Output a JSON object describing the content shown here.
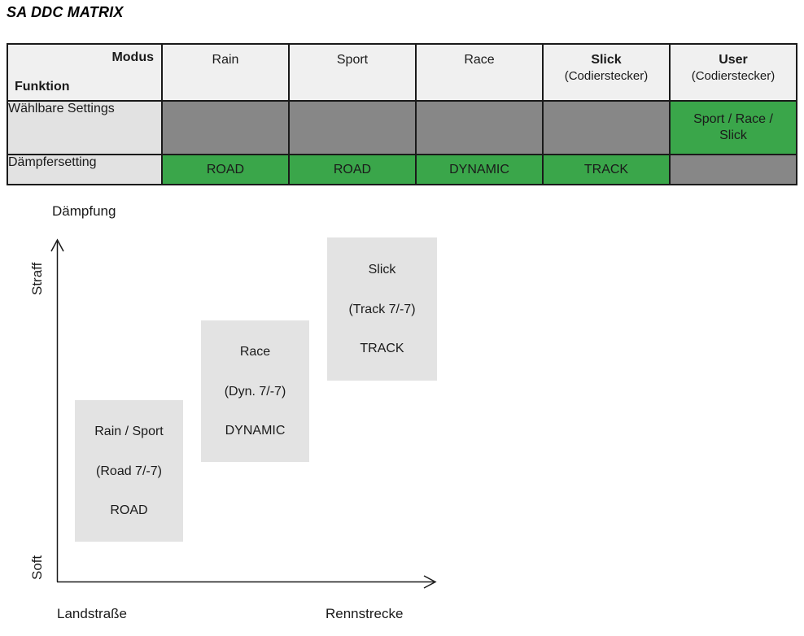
{
  "title": "SA DDC MATRIX",
  "colors": {
    "green": "#3aa64a",
    "dark_gray": "#878787",
    "light_gray": "#e2e2e2",
    "header_gray": "#f0f0f0",
    "border": "#1a1a1a"
  },
  "matrix": {
    "corner": {
      "modus": "Modus",
      "funktion": "Funktion"
    },
    "columns": [
      {
        "label": "Rain",
        "sub": ""
      },
      {
        "label": "Sport",
        "sub": ""
      },
      {
        "label": "Race",
        "sub": ""
      },
      {
        "label": "Slick",
        "sub": "(Codierstecker)"
      },
      {
        "label": "User",
        "sub": "(Codierstecker)"
      }
    ],
    "rows": [
      {
        "label": "Wählbare Settings",
        "cells": [
          {
            "type": "dark",
            "text": ""
          },
          {
            "type": "dark",
            "text": ""
          },
          {
            "type": "dark",
            "text": ""
          },
          {
            "type": "dark",
            "text": ""
          },
          {
            "type": "green",
            "text": "Sport / Race / Slick"
          }
        ]
      },
      {
        "label": "Dämpfersetting",
        "cells": [
          {
            "type": "green",
            "text": "ROAD"
          },
          {
            "type": "green",
            "text": "ROAD"
          },
          {
            "type": "green",
            "text": "DYNAMIC"
          },
          {
            "type": "green",
            "text": "TRACK"
          },
          {
            "type": "dark",
            "text": ""
          }
        ]
      }
    ]
  },
  "diagram": {
    "y_axis_title": "Dämpfung",
    "y_max_label": "Straff",
    "y_min_label": "Soft",
    "x_min_label": "Landstraße",
    "x_max_label": "Rennstrecke",
    "boxes": [
      {
        "title": "Rain / Sport",
        "setting": "(Road 7/-7)",
        "mode": "ROAD"
      },
      {
        "title": "Race",
        "setting": "(Dyn. 7/-7)",
        "mode": "DYNAMIC"
      },
      {
        "title": "Slick",
        "setting": "(Track 7/-7)",
        "mode": "TRACK"
      }
    ]
  }
}
